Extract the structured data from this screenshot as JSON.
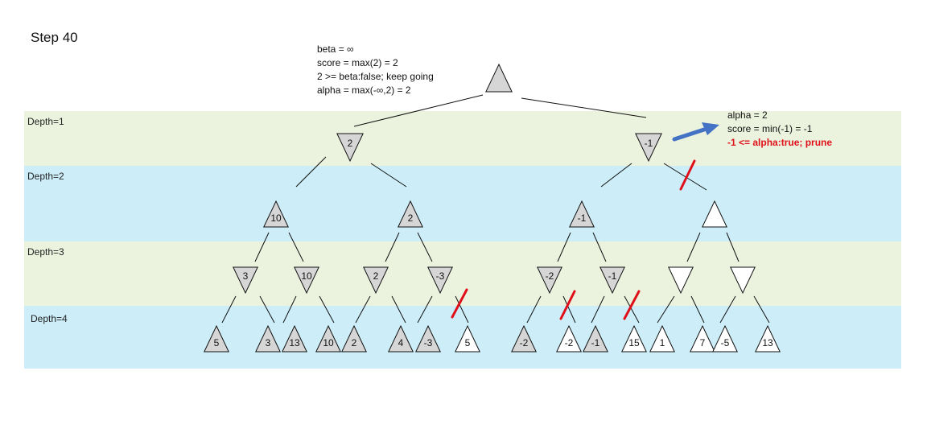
{
  "step_title": "Step 40",
  "depth_labels": [
    "Depth=1",
    "Depth=2",
    "Depth=3",
    "Depth=4"
  ],
  "colors": {
    "depth1_band": "#ebf3de",
    "depth2_band": "#cdeef9",
    "depth3_band": "#ebf3de",
    "depth4_band": "#cdeef9",
    "visited_node_fill": "#d6d6d6",
    "unvisited_node_fill": "#ffffff",
    "prune_mark": "#e0101a",
    "arrow": "#4472c4"
  },
  "root_note": [
    "beta = ∞",
    "score = max(2) = 2",
    "2 >= beta:false; keep going",
    "alpha = max(-∞,2) = 2"
  ],
  "right_note": [
    "alpha = 2",
    "score = min(-1) = -1"
  ],
  "right_note_highlight": "-1 <= alpha:true; prune",
  "tree": {
    "root": {
      "type": "max",
      "label": "",
      "visited": true
    },
    "depth1": [
      {
        "type": "min",
        "label": "2",
        "visited": true
      },
      {
        "type": "min",
        "label": "-1",
        "visited": true
      }
    ],
    "depth2": [
      {
        "type": "max",
        "label": "10",
        "visited": true
      },
      {
        "type": "max",
        "label": "2",
        "visited": true
      },
      {
        "type": "max",
        "label": "-1",
        "visited": true
      },
      {
        "type": "max",
        "label": "",
        "visited": false
      }
    ],
    "depth3": [
      {
        "type": "min",
        "label": "3",
        "visited": true
      },
      {
        "type": "min",
        "label": "10",
        "visited": true
      },
      {
        "type": "min",
        "label": "2",
        "visited": true
      },
      {
        "type": "min",
        "label": "-3",
        "visited": true
      },
      {
        "type": "min",
        "label": "-2",
        "visited": true
      },
      {
        "type": "min",
        "label": "-1",
        "visited": true
      },
      {
        "type": "min",
        "label": "",
        "visited": false
      },
      {
        "type": "min",
        "label": "",
        "visited": false
      }
    ],
    "depth4": [
      {
        "type": "max",
        "label": "5",
        "visited": true
      },
      {
        "type": "max",
        "label": "3",
        "visited": true
      },
      {
        "type": "max",
        "label": "13",
        "visited": true
      },
      {
        "type": "max",
        "label": "10",
        "visited": true
      },
      {
        "type": "max",
        "label": "2",
        "visited": true
      },
      {
        "type": "max",
        "label": "4",
        "visited": true
      },
      {
        "type": "max",
        "label": "-3",
        "visited": true
      },
      {
        "type": "max",
        "label": "5",
        "visited": false
      },
      {
        "type": "max",
        "label": "-2",
        "visited": true
      },
      {
        "type": "max",
        "label": "-2",
        "visited": false
      },
      {
        "type": "max",
        "label": "-1",
        "visited": true
      },
      {
        "type": "max",
        "label": "15",
        "visited": false
      },
      {
        "type": "max",
        "label": "1",
        "visited": false
      },
      {
        "type": "max",
        "label": "7",
        "visited": false
      },
      {
        "type": "max",
        "label": "-5",
        "visited": false
      },
      {
        "type": "max",
        "label": "13",
        "visited": false
      }
    ],
    "pruned_edges": [
      "d1-1→d2-3",
      "d3-3→d4-7",
      "d3-4→d4-9",
      "d3-5→d4-11"
    ]
  }
}
